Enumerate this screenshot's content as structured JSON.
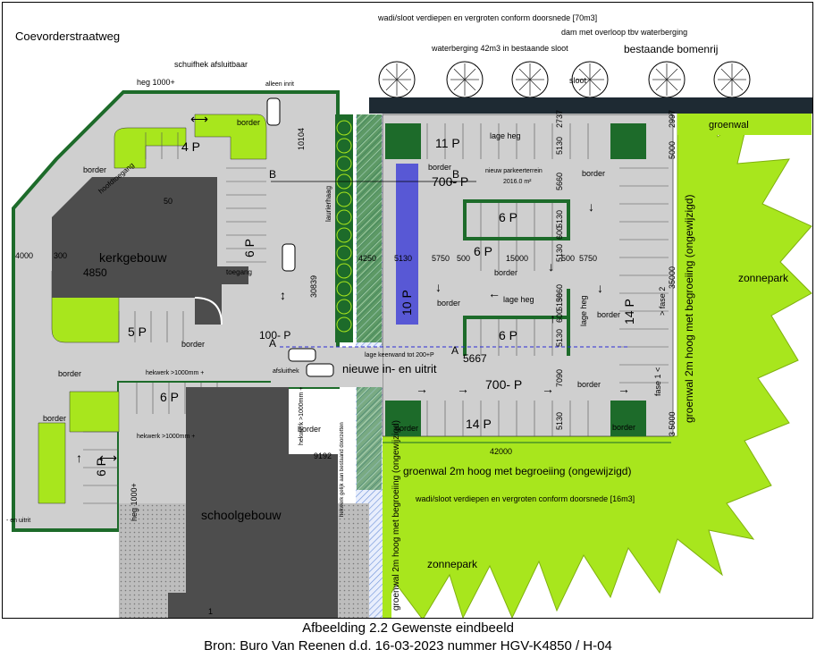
{
  "caption": {
    "title": "Afbeelding 2.2 Gewenste eindbeeld",
    "source": "Bron: Buro Van Reenen d.d. 16-03-2023 nummer HGV-K4850 / H-04"
  },
  "colors": {
    "green": "#a8e61d",
    "dark_green": "#1d6b2a",
    "asphalt": "#d0d0d0",
    "building": "#4d4d4d",
    "water": "#3a3ad6",
    "hatch": "#6a8fd8"
  },
  "labels": {
    "street": "Coevorderstraatweg",
    "wadi_top": "wadi/sloot verdiepen en vergroten conform doorsnede [70m3]",
    "dam": "dam met overloop tbv waterberging",
    "waterberging": "waterberging 42m3 in  bestaande sloot",
    "bomenrij": "bestaande bomenrij",
    "schuifhek": "schuifhek afsluitbaar",
    "alleen_inrit": "alleen inrit",
    "heg_top": "heg 1000+",
    "sloot": "sloot",
    "groenwal_right_top": "groenwal",
    "kerkgebouw": "kerkgebouw",
    "kerk_nr": "4850",
    "kerk_50": "50",
    "schoolgebouw": "schoolgebouw",
    "zonnepark_right": "zonnepark",
    "zonnepark_bottom": "zonnepark",
    "groenwal_bottom": "groenwal 2m hoog met begroeiing (ongewijzigd)",
    "groenwal_right": "groenwal 2m hoog met begroeiing (ongewijzigd)",
    "groenwal_left_vert": "groenwal 2m hoog met begroeiing (ongewijzigd)",
    "wadi_bottom": "wadi/sloot verdiepen en vergroten conform doorsnede [16m3]",
    "nieuwe_inuit": "nieuwe in- en uitrit",
    "lage_keerwand": "lage keerwand tot 200+P",
    "afsluithek": "afsluithek",
    "hekwerk1": "hekwerk >1000mm +",
    "hekwerk2": "hekwerk >1000mm +",
    "hekwerk_vert": "hekwerk >1000mm +",
    "hekwerk_vert2": "hekwerk gelijk aan bestaand doorzetten",
    "heg_left": "heg 1000+",
    "en_uitrit": "- en uitrit",
    "hoofdtoegang": "hoofdtoegang",
    "toegang": "toegang",
    "laurierhaag": "laurierhaag",
    "lage_heg_top": "lage heg",
    "lage_heg_mid": "lage heg",
    "lage_heg_vert": "lage heg",
    "nieuw_parkeer_1": "nieuw parkeerterrein",
    "nieuw_parkeer_2": "2016.0 m²",
    "fase2": "> fase 2",
    "fase1": "fase 1 <",
    "p700_top": "700- P",
    "p700_bottom": "700- P",
    "p100": "100- P",
    "p4": "4 P",
    "p5": "5 P",
    "p6_left": "6 P",
    "p6_vert_left": "6 P",
    "p6_vert_mid": "6 P",
    "p11": "11 P",
    "p6_a": "6 P",
    "p6_b": "6 P",
    "p6_c": "6 P",
    "p14_bottom": "14 P",
    "p14_right": "14 P",
    "p10": "10 P",
    "B": "B",
    "A": "A",
    "B_right": "B",
    "A_right": "A"
  },
  "borders": [
    "border",
    "border",
    "border",
    "border",
    "border",
    "border",
    "border",
    "border",
    "border",
    "border",
    "border",
    "border",
    "border",
    "border"
  ],
  "dimensions": {
    "d10104": "10104",
    "d30839": "30839",
    "d4250": "4250",
    "d5130": "5130",
    "d5750": "5750",
    "d500": "500",
    "d15000": "15000",
    "d500b": "500",
    "d5750b": "5750",
    "d5130top": "5130",
    "d5660": "5660",
    "d5130b": "5130",
    "d600": "600",
    "d5130c": "5130",
    "d5130d": "5130",
    "d600b": "600",
    "d5660b": "5660",
    "d5130e": "5130",
    "d7090": "7090",
    "d5130f": "5130",
    "d5667": "5667",
    "d2737": "2737",
    "d2997": "2997",
    "d5000": "5000",
    "d35000": "35000",
    "d3_5000": "3 5000",
    "d42000": "42000",
    "d9192": "9192",
    "d4000": "4000",
    "d300": "300",
    "d1": "1"
  }
}
